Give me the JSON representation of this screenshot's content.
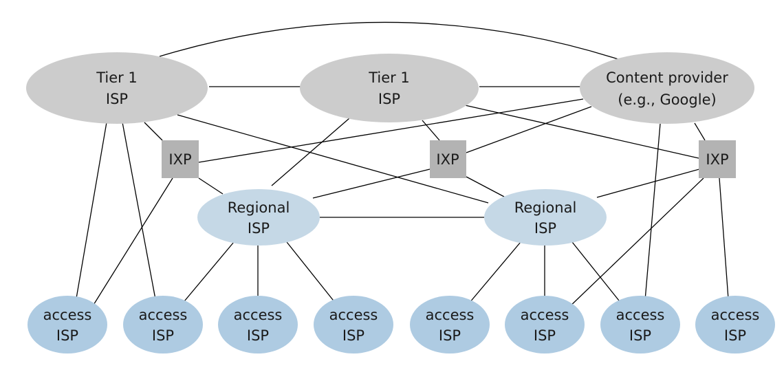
{
  "colors": {
    "tier1_fill": "#cccccc",
    "content_fill": "#cccccc",
    "ixp_fill": "#b3b3b3",
    "regional_fill": "#c5d8e6",
    "access_fill": "#aecbe2",
    "line": "#000000"
  },
  "nodes": {
    "tier1_left": {
      "line1": "Tier 1",
      "line2": "ISP"
    },
    "tier1_center": {
      "line1": "Tier 1",
      "line2": "ISP"
    },
    "content_provider": {
      "line1": "Content provider",
      "line2": "(e.g., Google)"
    },
    "ixp_left": {
      "label": "IXP"
    },
    "ixp_center": {
      "label": "IXP"
    },
    "ixp_right": {
      "label": "IXP"
    },
    "regional_left": {
      "line1": "Regional",
      "line2": "ISP"
    },
    "regional_right": {
      "line1": "Regional",
      "line2": "ISP"
    },
    "access": [
      {
        "line1": "access",
        "line2": "ISP"
      },
      {
        "line1": "access",
        "line2": "ISP"
      },
      {
        "line1": "access",
        "line2": "ISP"
      },
      {
        "line1": "access",
        "line2": "ISP"
      },
      {
        "line1": "access",
        "line2": "ISP"
      },
      {
        "line1": "access",
        "line2": "ISP"
      },
      {
        "line1": "access",
        "line2": "ISP"
      },
      {
        "line1": "access",
        "line2": "ISP"
      }
    ]
  }
}
